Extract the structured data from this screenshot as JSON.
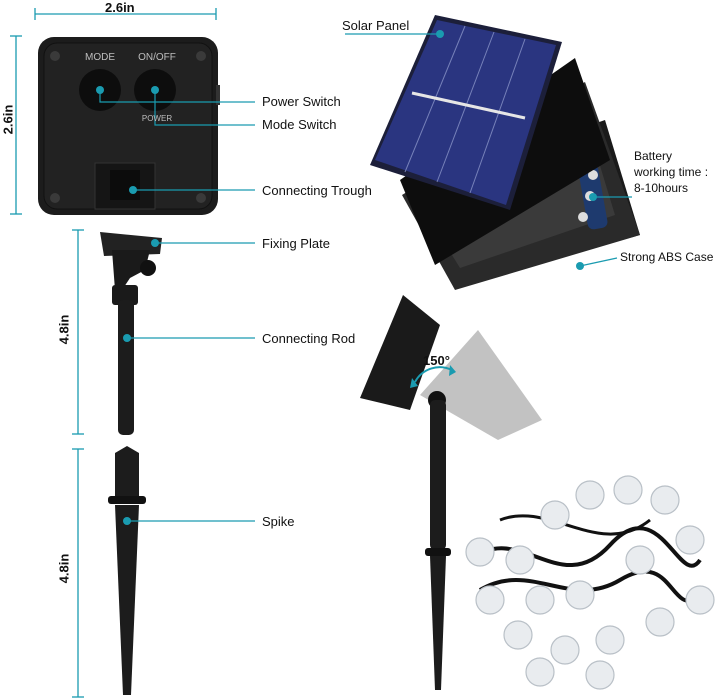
{
  "dimensions": {
    "width_top": "2.6in",
    "height_top": "2.6in",
    "rod_length": "4.8in",
    "spike_length": "4.8in"
  },
  "control_box": {
    "mode_text": "MODE",
    "onoff_text": "ON/OFF",
    "power_text": "POWER"
  },
  "callouts": {
    "solar_panel": "Solar Panel",
    "power_switch": "Power Switch",
    "mode_switch": "Mode Switch",
    "connecting_trough": "Connecting Trough",
    "battery_line1": "Battery",
    "battery_line2": "working time :",
    "battery_line3": "8-10hours",
    "abs_case": "Strong ABS Case",
    "fixing_plate": "Fixing Plate",
    "connecting_rod": "Connecting Rod",
    "spike": "Spike"
  },
  "angle_label": "150°",
  "colors": {
    "accent": "#1a9bb0",
    "product": "#1c1c1c",
    "panel_blue": "#2a3580"
  }
}
